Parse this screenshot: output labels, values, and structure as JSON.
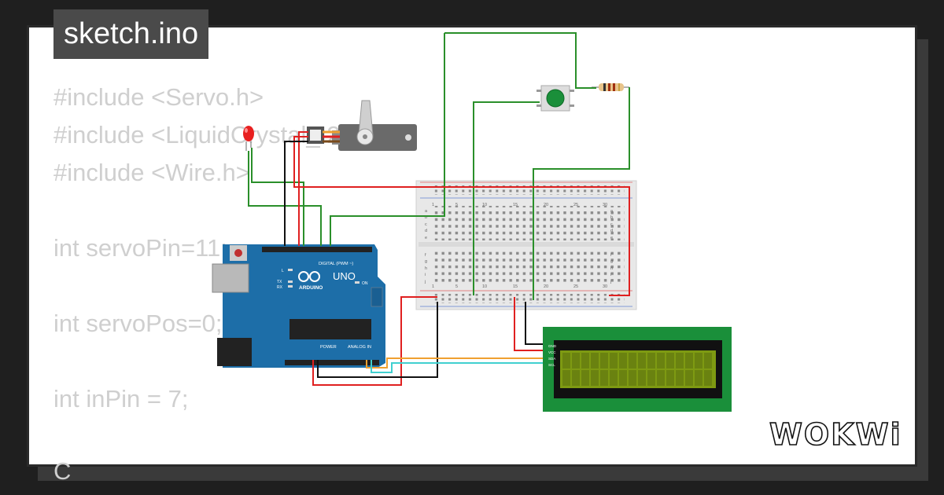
{
  "file_tab": {
    "name": "sketch.ino"
  },
  "code_lines": [
    "#include <Servo.h>",
    "#include <LiquidCrystal_I2C.h>",
    "#include <Wire.h>",
    "",
    "int servoPin=11;",
    "",
    "int servoPos=0;",
    "",
    "int inPin = 7;",
    "",
    "C"
  ],
  "arduino": {
    "model": "UNO",
    "brand": "ARDUINO",
    "digital_label": "DIGITAL (PWM ~)",
    "power_label": "POWER",
    "analog_label": "ANALOG IN",
    "on_label": "ON",
    "l_label": "L",
    "tx_label": "TX",
    "rx_label": "RX",
    "board_color": "#1d6ea8"
  },
  "breadboard": {
    "column_numbers": [
      "1",
      "5",
      "10",
      "15",
      "20",
      "25",
      "30"
    ],
    "row_letters_top": [
      "a",
      "b",
      "c",
      "d",
      "e"
    ],
    "row_letters_bottom": [
      "f",
      "g",
      "h",
      "i",
      "j"
    ]
  },
  "lcd": {
    "pin_labels": [
      "GND",
      "VCC",
      "SDA",
      "SCL"
    ],
    "pcb_color": "#1a8f3a",
    "screen_color": "#7e9a12"
  },
  "wire_colors": {
    "signal": "#2a8f2a",
    "power": "#e02020",
    "ground": "#111111",
    "sda": "#f0a030",
    "scl": "#40d0d0"
  },
  "logo": {
    "text": "WOKWi"
  }
}
